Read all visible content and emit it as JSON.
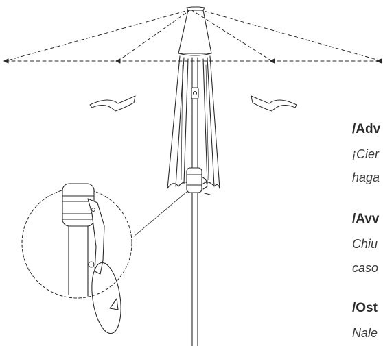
{
  "figure": {
    "description_icon": "umbrella-closing-crank-illustration",
    "line_color": "#2a2a2a"
  },
  "text_blocks": [
    {
      "heading": "/Adv",
      "lines": [
        "¡Cier",
        "haga"
      ]
    },
    {
      "heading": "/Avv",
      "lines": [
        "Chiu",
        "caso"
      ]
    },
    {
      "heading": "/Ost",
      "lines": [
        "Nale"
      ]
    }
  ]
}
